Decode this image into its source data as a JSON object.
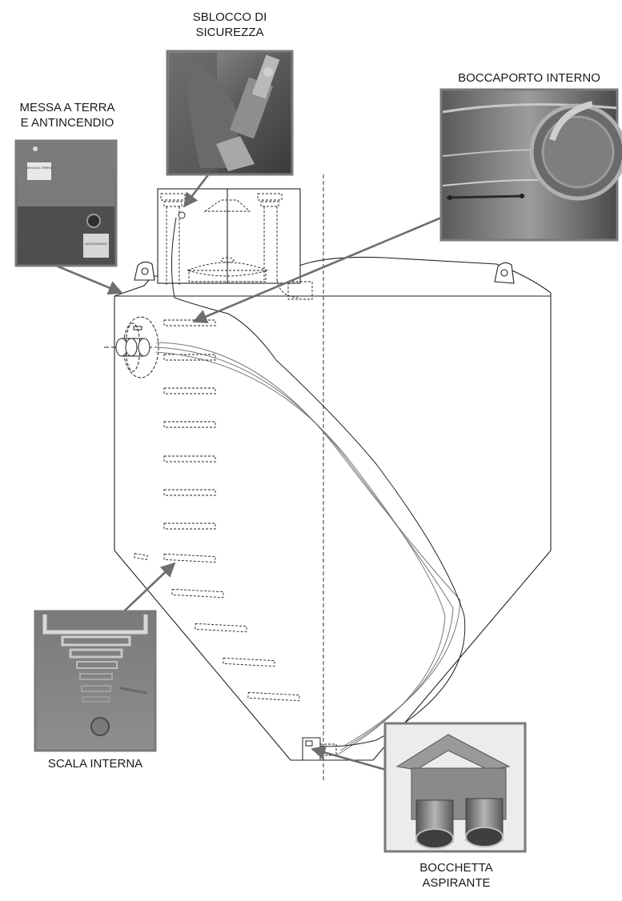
{
  "labels": {
    "sblocco": [
      "SBLOCCO DI",
      "SICUREZZA"
    ],
    "messa": [
      "MESSA A TERRA",
      "E ANTINCENDIO"
    ],
    "boccaporto": [
      "BOCCAPORTO INTERNO"
    ],
    "scala": [
      "SCALA INTERNA"
    ],
    "bocchetta": [
      "BOCCHETTA",
      "ASPIRANTE"
    ]
  },
  "photo_text": {
    "messa_sign_1": "MESSA A TERRA",
    "messa_sign_2": "ANTINCENDIO"
  },
  "colors": {
    "line": "#222222",
    "leader": "#6e6e6e",
    "photo_border": "#7a7a7a"
  }
}
